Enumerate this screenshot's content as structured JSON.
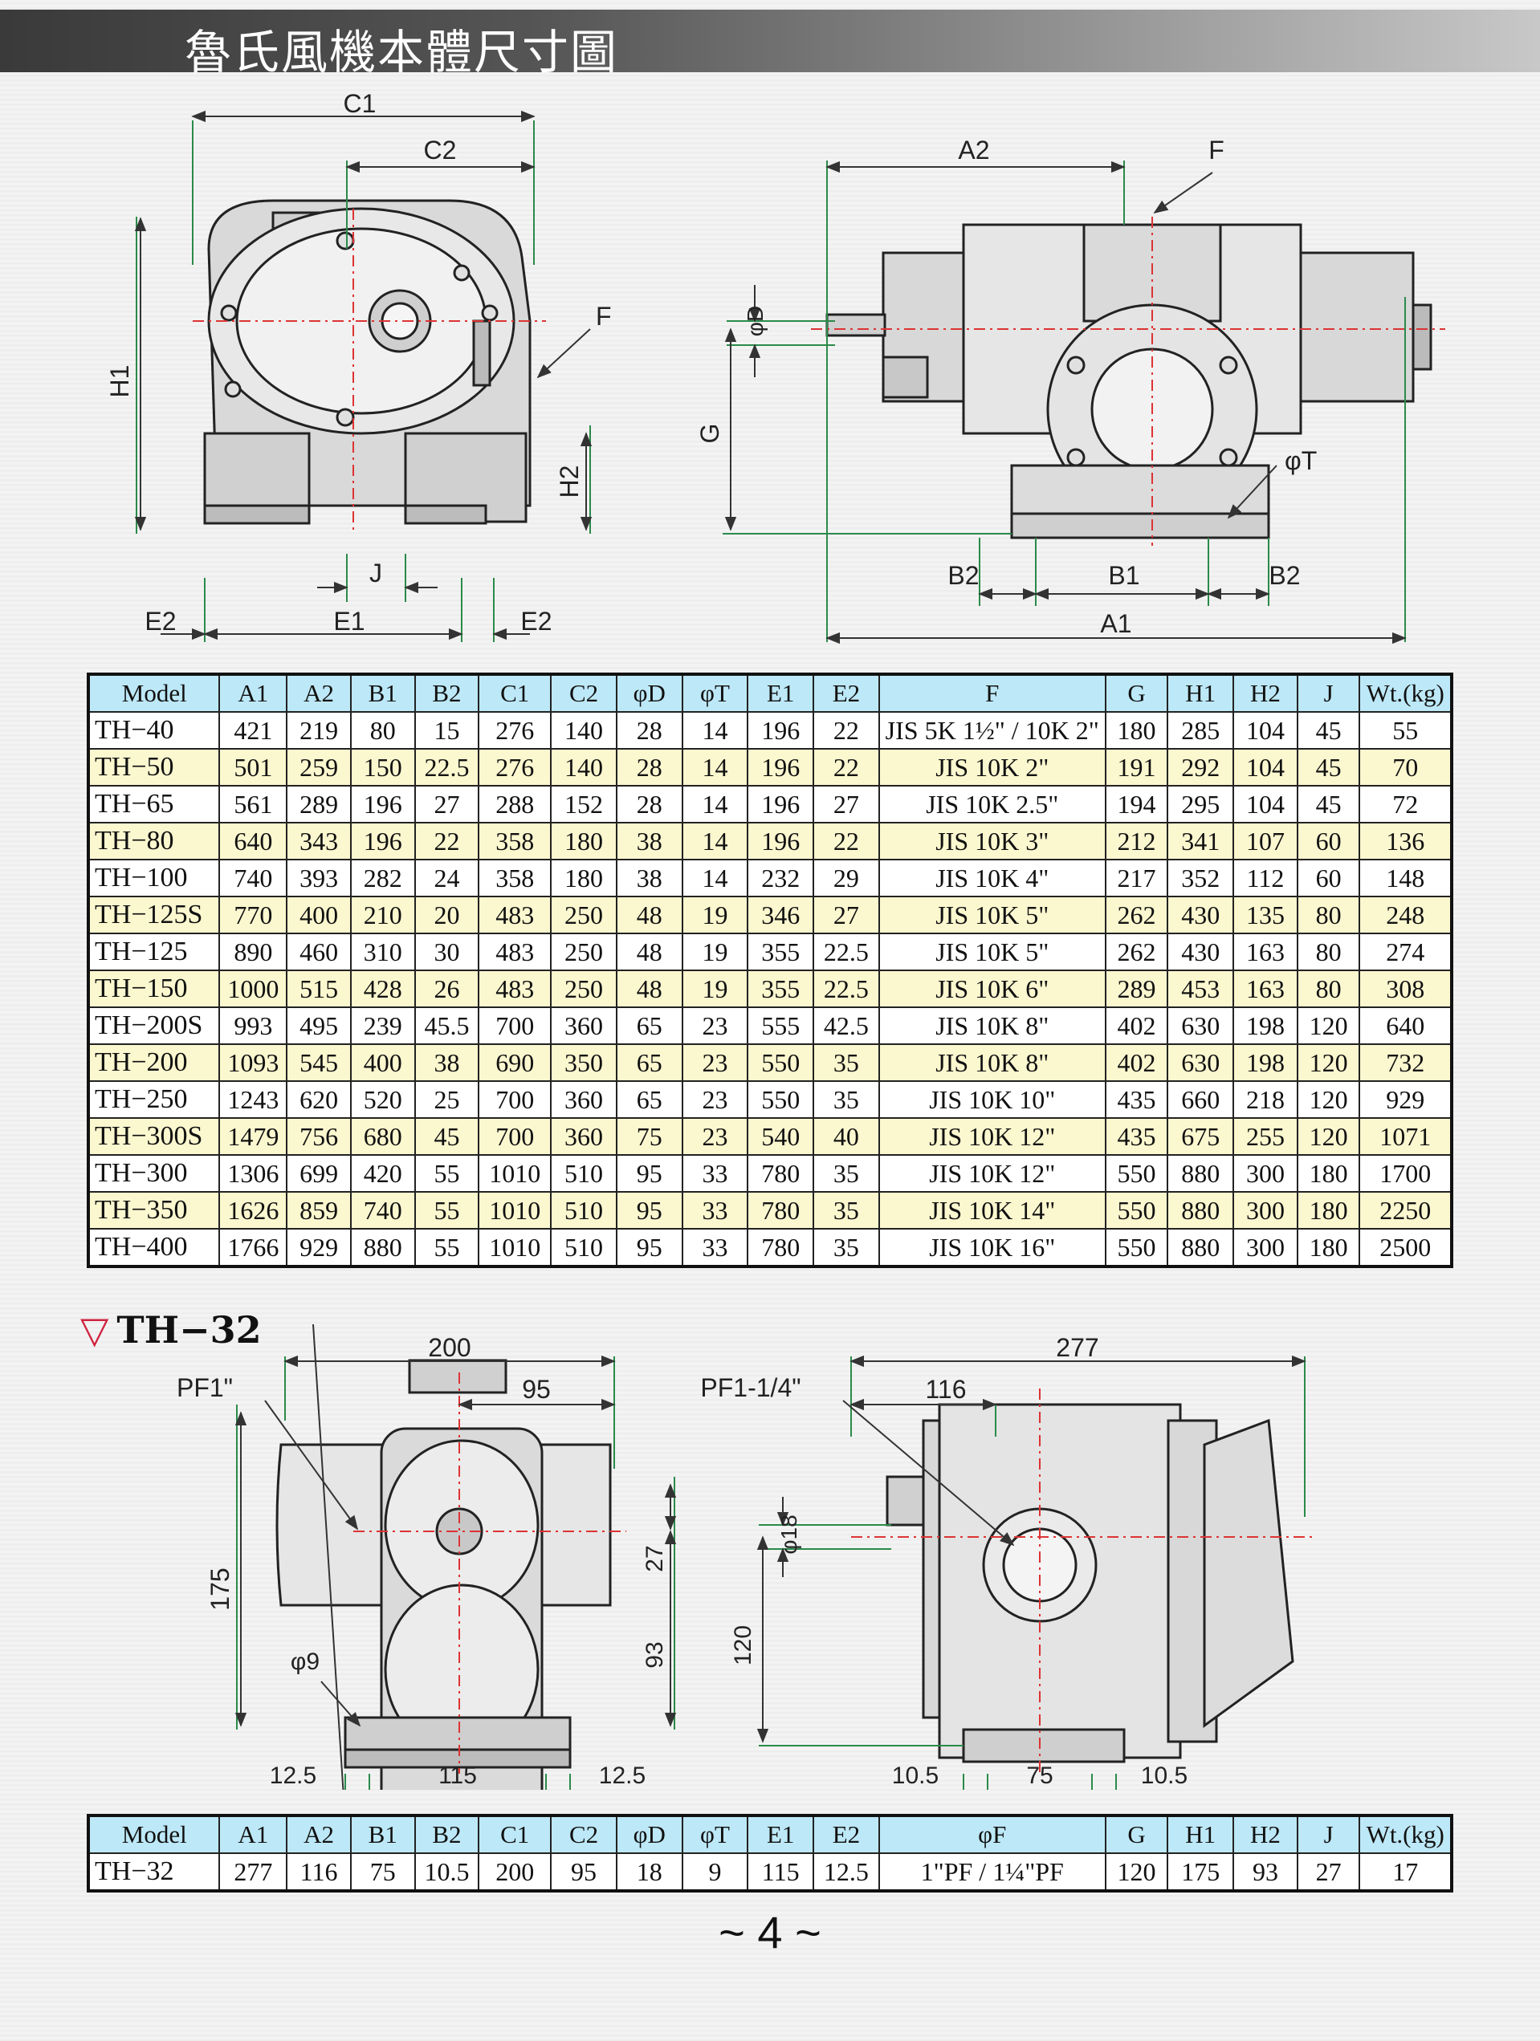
{
  "title": "魯氏風機本體尺寸圖",
  "top_dims": {
    "C1": "C1",
    "C2": "C2",
    "H1": "H1",
    "H2": "H2",
    "F_left": "F",
    "J": "J",
    "E1": "E1",
    "E2_left": "E2",
    "E2_right": "E2",
    "A2": "A2",
    "F_right": "F",
    "D": "φD",
    "G": "G",
    "T": "φT",
    "B2_left": "B2",
    "B1": "B1",
    "B2_right": "B2",
    "A1": "A1"
  },
  "spec_table": {
    "headers": [
      "Model",
      "A1",
      "A2",
      "B1",
      "B2",
      "C1",
      "C2",
      "φD",
      "φT",
      "E1",
      "E2",
      "F",
      "G",
      "H1",
      "H2",
      "J",
      "Wt.(kg)"
    ],
    "rows": [
      [
        "TH−40",
        "421",
        "219",
        "80",
        "15",
        "276",
        "140",
        "28",
        "14",
        "196",
        "22",
        "JIS 5K 1½\" / 10K 2\"",
        "180",
        "285",
        "104",
        "45",
        "55"
      ],
      [
        "TH−50",
        "501",
        "259",
        "150",
        "22.5",
        "276",
        "140",
        "28",
        "14",
        "196",
        "22",
        "JIS 10K 2\"",
        "191",
        "292",
        "104",
        "45",
        "70"
      ],
      [
        "TH−65",
        "561",
        "289",
        "196",
        "27",
        "288",
        "152",
        "28",
        "14",
        "196",
        "27",
        "JIS 10K 2.5\"",
        "194",
        "295",
        "104",
        "45",
        "72"
      ],
      [
        "TH−80",
        "640",
        "343",
        "196",
        "22",
        "358",
        "180",
        "38",
        "14",
        "196",
        "22",
        "JIS 10K 3\"",
        "212",
        "341",
        "107",
        "60",
        "136"
      ],
      [
        "TH−100",
        "740",
        "393",
        "282",
        "24",
        "358",
        "180",
        "38",
        "14",
        "232",
        "29",
        "JIS 10K 4\"",
        "217",
        "352",
        "112",
        "60",
        "148"
      ],
      [
        "TH−125S",
        "770",
        "400",
        "210",
        "20",
        "483",
        "250",
        "48",
        "19",
        "346",
        "27",
        "JIS 10K 5\"",
        "262",
        "430",
        "135",
        "80",
        "248"
      ],
      [
        "TH−125",
        "890",
        "460",
        "310",
        "30",
        "483",
        "250",
        "48",
        "19",
        "355",
        "22.5",
        "JIS 10K 5\"",
        "262",
        "430",
        "163",
        "80",
        "274"
      ],
      [
        "TH−150",
        "1000",
        "515",
        "428",
        "26",
        "483",
        "250",
        "48",
        "19",
        "355",
        "22.5",
        "JIS 10K 6\"",
        "289",
        "453",
        "163",
        "80",
        "308"
      ],
      [
        "TH−200S",
        "993",
        "495",
        "239",
        "45.5",
        "700",
        "360",
        "65",
        "23",
        "555",
        "42.5",
        "JIS 10K 8\"",
        "402",
        "630",
        "198",
        "120",
        "640"
      ],
      [
        "TH−200",
        "1093",
        "545",
        "400",
        "38",
        "690",
        "350",
        "65",
        "23",
        "550",
        "35",
        "JIS 10K 8\"",
        "402",
        "630",
        "198",
        "120",
        "732"
      ],
      [
        "TH−250",
        "1243",
        "620",
        "520",
        "25",
        "700",
        "360",
        "65",
        "23",
        "550",
        "35",
        "JIS 10K 10\"",
        "435",
        "660",
        "218",
        "120",
        "929"
      ],
      [
        "TH−300S",
        "1479",
        "756",
        "680",
        "45",
        "700",
        "360",
        "75",
        "23",
        "540",
        "40",
        "JIS 10K 12\"",
        "435",
        "675",
        "255",
        "120",
        "1071"
      ],
      [
        "TH−300",
        "1306",
        "699",
        "420",
        "55",
        "1010",
        "510",
        "95",
        "33",
        "780",
        "35",
        "JIS 10K 12\"",
        "550",
        "880",
        "300",
        "180",
        "1700"
      ],
      [
        "TH−350",
        "1626",
        "859",
        "740",
        "55",
        "1010",
        "510",
        "95",
        "33",
        "780",
        "35",
        "JIS 10K 14\"",
        "550",
        "880",
        "300",
        "180",
        "2250"
      ],
      [
        "TH−400",
        "1766",
        "929",
        "880",
        "55",
        "1010",
        "510",
        "95",
        "33",
        "780",
        "35",
        "JIS 10K 16\"",
        "550",
        "880",
        "300",
        "180",
        "2500"
      ]
    ]
  },
  "th32_label": "TH−32",
  "th32_dims": {
    "w200": "200",
    "w95": "95",
    "pf1": "PF1\"",
    "h175": "175",
    "d9": "φ9",
    "h27": "27",
    "h93": "93",
    "b12a": "12.5",
    "b115": "115",
    "b12b": "12.5",
    "w277": "277",
    "pf114": "PF1-1/4\"",
    "w116": "116",
    "d18": "φ18",
    "h120": "120",
    "b10a": "10.5",
    "b75": "75",
    "b10b": "10.5"
  },
  "th32_table": {
    "headers": [
      "Model",
      "A1",
      "A2",
      "B1",
      "B2",
      "C1",
      "C2",
      "φD",
      "φT",
      "E1",
      "E2",
      "φF",
      "G",
      "H1",
      "H2",
      "J",
      "Wt.(kg)"
    ],
    "rows": [
      [
        "TH−32",
        "277",
        "116",
        "75",
        "10.5",
        "200",
        "95",
        "18",
        "9",
        "115",
        "12.5",
        "1\"PF / 1¼\"PF",
        "120",
        "175",
        "93",
        "27",
        "17"
      ]
    ]
  },
  "page_number": "~ 4 ~"
}
